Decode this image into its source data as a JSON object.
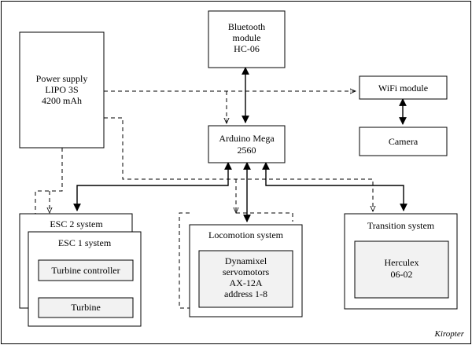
{
  "blocks": {
    "power": [
      "Power supply",
      "LIPO 3S",
      "4200 mAh"
    ],
    "bluetooth": [
      "Bluetooth",
      "module",
      "HC-06"
    ],
    "wifi": "WiFi module",
    "camera": "Camera",
    "arduino": [
      "Arduino Mega",
      "2560"
    ],
    "esc2": "ESC 2 system",
    "esc1": "ESC 1 system",
    "turbine_controller": "Turbine controller",
    "turbine": "Turbine",
    "locomotion": "Locomotion system",
    "dynamixel": [
      "Dynamixel",
      "servomotors",
      "AX-12A",
      "address 1-8"
    ],
    "transition": "Transition system",
    "herculex": [
      "Herculex",
      "06-02"
    ]
  },
  "credit": "Kiropter"
}
